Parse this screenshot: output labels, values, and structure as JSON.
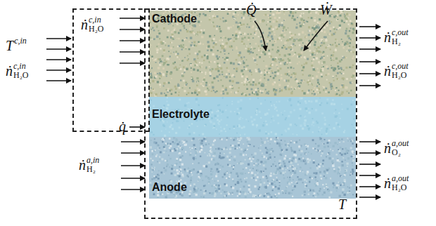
{
  "diagram": {
    "nodes": [
      {
        "text": [
          "ṅ",
          "c,in",
          "H₂O",
          "q̇"
        ]
      },
      {
        "text": [
          "T"
        ]
      },
      {
        "text": [
          "Cathode"
        ],
        "in": 1
      },
      {
        "text": [
          "Electrolyte"
        ],
        "in": 1
      },
      {
        "text": [
          "Anode"
        ],
        "in": 1
      }
    ],
    "labels": [
      "T",
      "c,in",
      "ṅ",
      "c,in",
      "H₂O",
      "ṅ",
      "a,in",
      "H₂",
      "Q̇",
      "Ẇ",
      "ṅ",
      "c,out",
      "H₂",
      "ṅ",
      "c,out",
      "H₂O",
      "ṅ",
      "a,out",
      "O₂",
      "ṅ",
      "a,out",
      "H₂O"
    ]
  }
}
